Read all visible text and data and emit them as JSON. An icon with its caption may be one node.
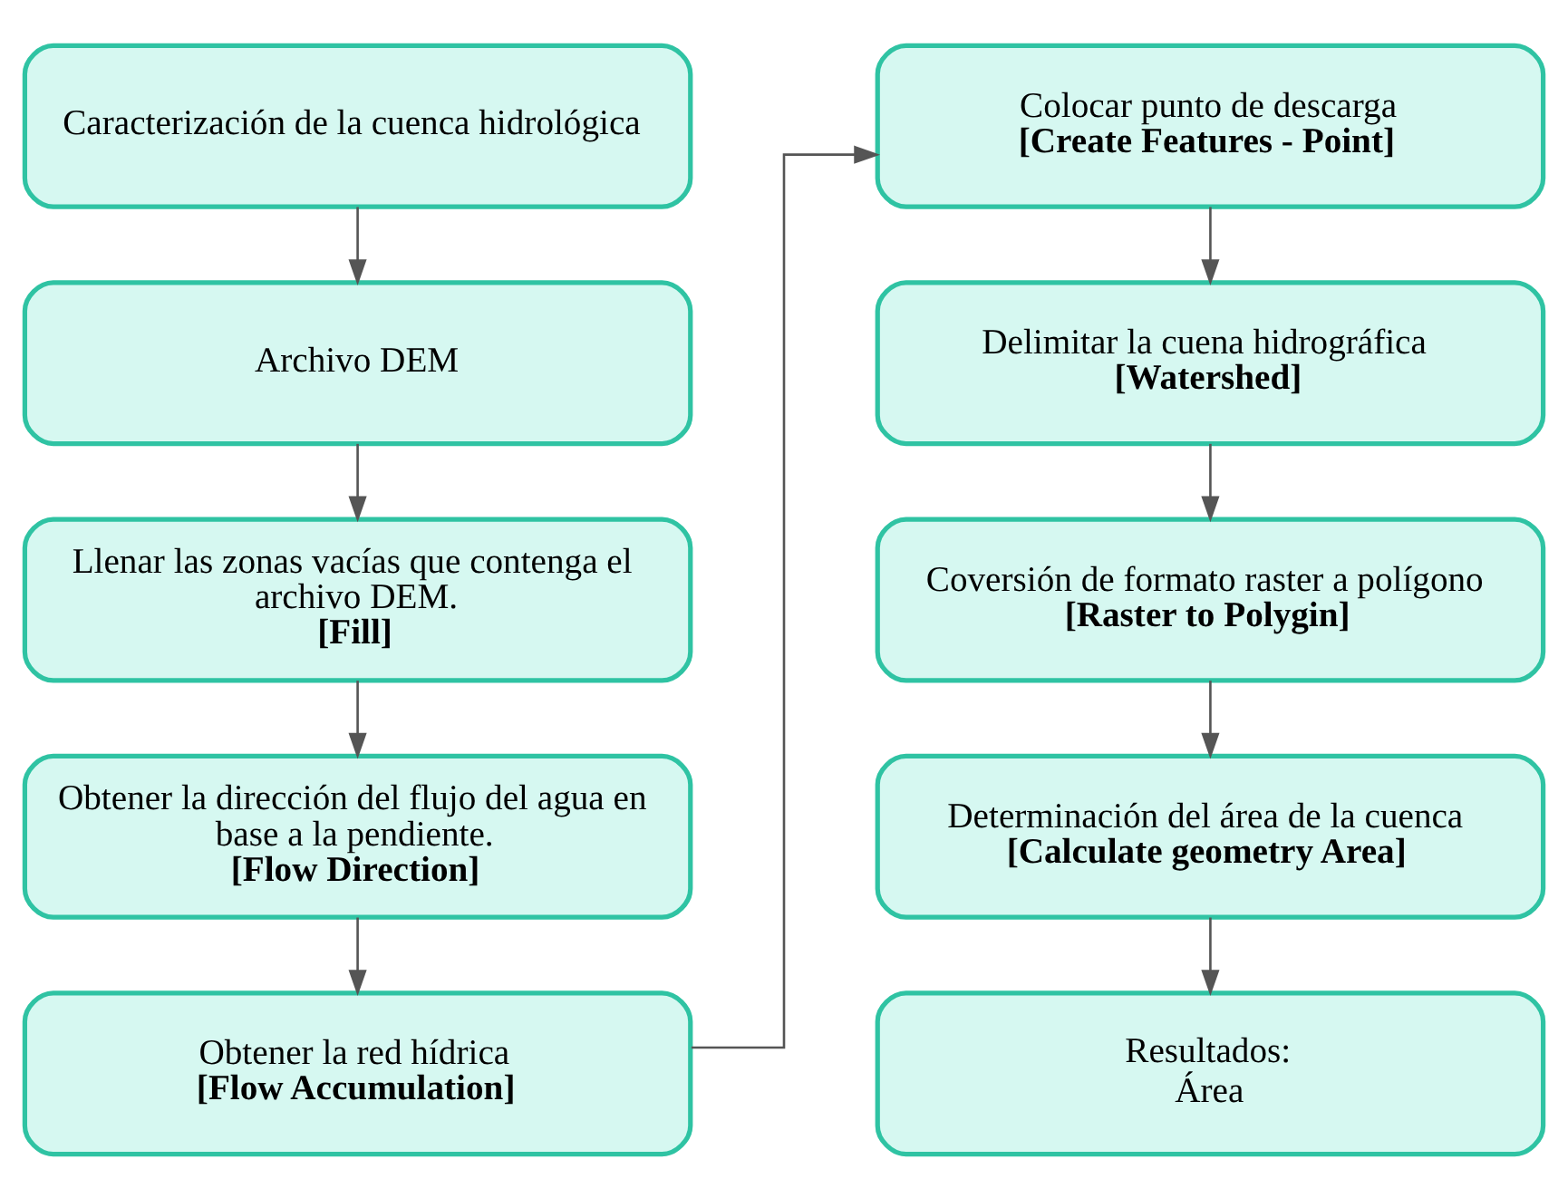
{
  "diagram": {
    "nodes": [
      {
        "text": [
          "Caracterización de la cuenca hidrológica"
        ]
      },
      {
        "text": [
          "Archivo DEM"
        ]
      },
      {
        "text": [
          "Llenar las zonas vacías que contenga el archivo DEM.",
          "**[Fill]**"
        ]
      },
      {
        "text": [
          "Obtener la dirección del flujo del agua en base a la pendiente.",
          "**[Flow Direction]**"
        ]
      },
      {
        "text": [
          "Obtener la red hídrica",
          "**[Flow Accumulation]**"
        ]
      },
      {
        "text": [
          "Colocar punto de descarga",
          "**[Create Features - Point]**"
        ]
      },
      {
        "text": [
          "Delimitar la cuena hidrográfica",
          "**[Watershed]**"
        ]
      },
      {
        "text": [
          "Coversión de formato raster a polígono",
          "**[Raster to Polygin]**"
        ]
      },
      {
        "text": [
          "Determinación del área de la cuenca",
          "**[Calculate geometry Area]**"
        ]
      },
      {
        "text": [
          "Resultados:",
          "Área"
        ]
      }
    ],
    "edges": [
      {
        "from": 0,
        "to": 1,
        "arrow": "to"
      },
      {
        "from": 1,
        "to": 2,
        "arrow": "to"
      },
      {
        "from": 2,
        "to": 3,
        "arrow": "to"
      },
      {
        "from": 3,
        "to": 4,
        "arrow": "to"
      },
      {
        "from": 4,
        "to": 5,
        "arrow": "to"
      },
      {
        "from": 5,
        "to": 6,
        "arrow": "to"
      },
      {
        "from": 6,
        "to": 7,
        "arrow": "to"
      },
      {
        "from": 7,
        "to": 8,
        "arrow": "to"
      },
      {
        "from": 8,
        "to": 9,
        "arrow": "to"
      }
    ]
  }
}
